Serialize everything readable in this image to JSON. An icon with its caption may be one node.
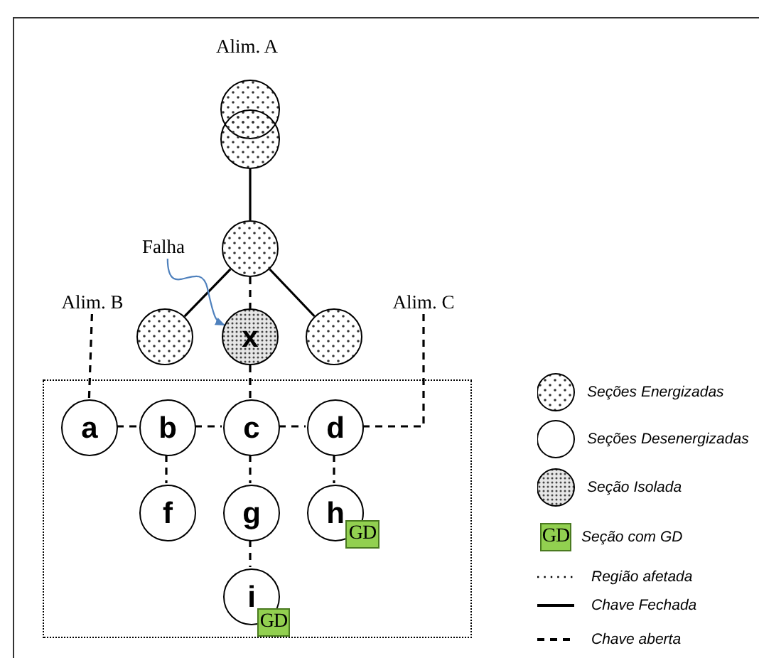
{
  "diagram": {
    "nodes": [
      {
        "text": [],
        "shape": "circle"
      },
      {
        "text": [],
        "shape": "circle"
      },
      {
        "text": [],
        "shape": "circle"
      },
      {
        "text": [
          "Falha"
        ]
      },
      {
        "text": [
          "Alim. B"
        ]
      },
      {
        "text": [],
        "shape": "circle"
      },
      {
        "text": [
          "x"
        ]
      },
      {
        "text": [],
        "shape": "circle"
      },
      {
        "text": [
          "Alim. C"
        ]
      },
      {
        "text": [],
        "shape": "box"
      },
      {
        "text": [
          "a"
        ],
        "in": 9
      },
      {
        "text": [
          "b"
        ],
        "in": 9
      },
      {
        "text": [
          "c"
        ],
        "in": 9
      },
      {
        "text": [
          "d"
        ],
        "in": 9
      },
      {
        "text": [
          "f"
        ],
        "in": 9
      },
      {
        "text": [
          "g"
        ],
        "in": 9
      },
      {
        "text": [
          "h"
        ],
        "in": 9
      },
      {
        "text": [
          "GD"
        ],
        "in": 9
      },
      {
        "text": [
          "i"
        ],
        "in": 9
      },
      {
        "text": [
          "GD"
        ],
        "in": 9
      }
    ],
    "edges": [
      {
        "from": 1,
        "to": 2,
        "arrow": "none"
      },
      {
        "from": 2,
        "to": 5,
        "arrow": "none"
      },
      {
        "from": 2,
        "to": 6,
        "arrow": "none",
        "style": "dashed"
      },
      {
        "from": 2,
        "to": 7,
        "arrow": "none"
      },
      {
        "from": 3,
        "to": 6,
        "arrow": "to",
        "color": "#4f81bd"
      },
      {
        "from": 4,
        "to": 10,
        "arrow": "none",
        "style": "dashed"
      },
      {
        "from": 8,
        "to": 13,
        "arrow": "none",
        "style": "dashed"
      },
      {
        "from": 6,
        "to": 12,
        "arrow": "none",
        "style": "dashed"
      },
      {
        "from": 10,
        "to": 11,
        "arrow": "none",
        "style": "dashed"
      },
      {
        "from": 11,
        "to": 12,
        "arrow": "none",
        "style": "dashed"
      },
      {
        "from": 12,
        "to": 13,
        "arrow": "none",
        "style": "dashed"
      },
      {
        "from": 11,
        "to": 14,
        "arrow": "none",
        "style": "dashed"
      },
      {
        "from": 12,
        "to": 15,
        "arrow": "none",
        "style": "dashed"
      },
      {
        "from": 13,
        "to": 16,
        "arrow": "none",
        "style": "dashed"
      },
      {
        "from": 15,
        "to": 18,
        "arrow": "none",
        "style": "dashed"
      }
    ],
    "labels": [
      "Alim. A",
      "GD"
    ],
    "legend": [
      {
        "text": "Seções Energizadas"
      },
      {
        "text": "Seções Desenergizadas"
      },
      {
        "text": "Seção Isolada"
      },
      {
        "text": "Seção com GD",
        "color": "#92d050"
      },
      {
        "text": "Região afetada"
      },
      {
        "text": "Chave Fechada"
      },
      {
        "text": "Chave aberta"
      }
    ]
  }
}
